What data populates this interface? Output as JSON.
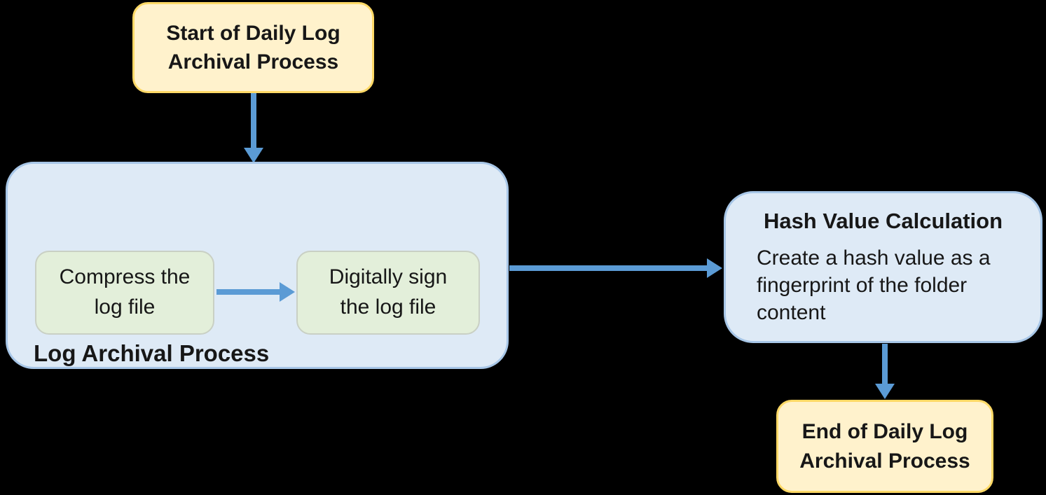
{
  "diagram": {
    "title_context": "Daily Log Archival Process flowchart",
    "colors": {
      "background": "#000000",
      "terminal_fill": "#FFF2CC",
      "terminal_border": "#FFD966",
      "container_fill": "#DEEAF6",
      "container_border": "#A7C6E7",
      "step_fill": "#E3EFDA",
      "step_border": "#C9D0C4",
      "arrow": "#5B9BD5",
      "text": "#171717"
    },
    "nodes": {
      "start": {
        "type": "terminal",
        "label": "Start of Daily Log\nArchival Process"
      },
      "process": {
        "type": "container",
        "title": "Log Archival Process"
      },
      "compress": {
        "type": "step",
        "label": "Compress the\nlog file"
      },
      "sign": {
        "type": "step",
        "label": "Digitally sign\nthe log file"
      },
      "hash": {
        "type": "container",
        "title": "Hash Value Calculation",
        "body": "Create a hash value as a\nfingerprint of the folder\ncontent"
      },
      "end": {
        "type": "terminal",
        "label": "End of Daily Log\nArchival Process"
      }
    },
    "edges": [
      {
        "from": "start",
        "to": "process",
        "direction": "down"
      },
      {
        "from": "compress",
        "to": "sign",
        "direction": "right"
      },
      {
        "from": "process",
        "to": "hash",
        "direction": "right"
      },
      {
        "from": "hash",
        "to": "end",
        "direction": "down"
      }
    ]
  }
}
